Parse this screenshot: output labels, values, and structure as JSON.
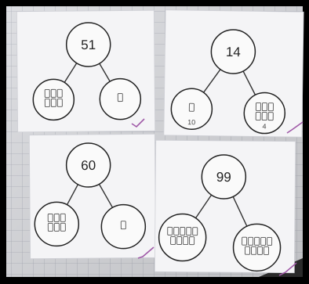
{
  "cards": [
    {
      "top": "51",
      "left_marks": [
        3,
        3
      ],
      "right_marks": [
        1
      ],
      "left_under": "",
      "right_under": ""
    },
    {
      "top": "14",
      "left_marks": [
        1
      ],
      "right_marks": [
        3,
        3
      ],
      "left_under": "10",
      "right_under": "4"
    },
    {
      "top": "60",
      "left_marks": [
        3,
        3
      ],
      "right_marks": [
        1
      ],
      "left_under": "",
      "right_under": ""
    },
    {
      "top": "99",
      "left_marks": [
        5,
        4
      ],
      "right_marks": [
        5,
        4
      ],
      "left_under": "",
      "right_under": ""
    }
  ]
}
